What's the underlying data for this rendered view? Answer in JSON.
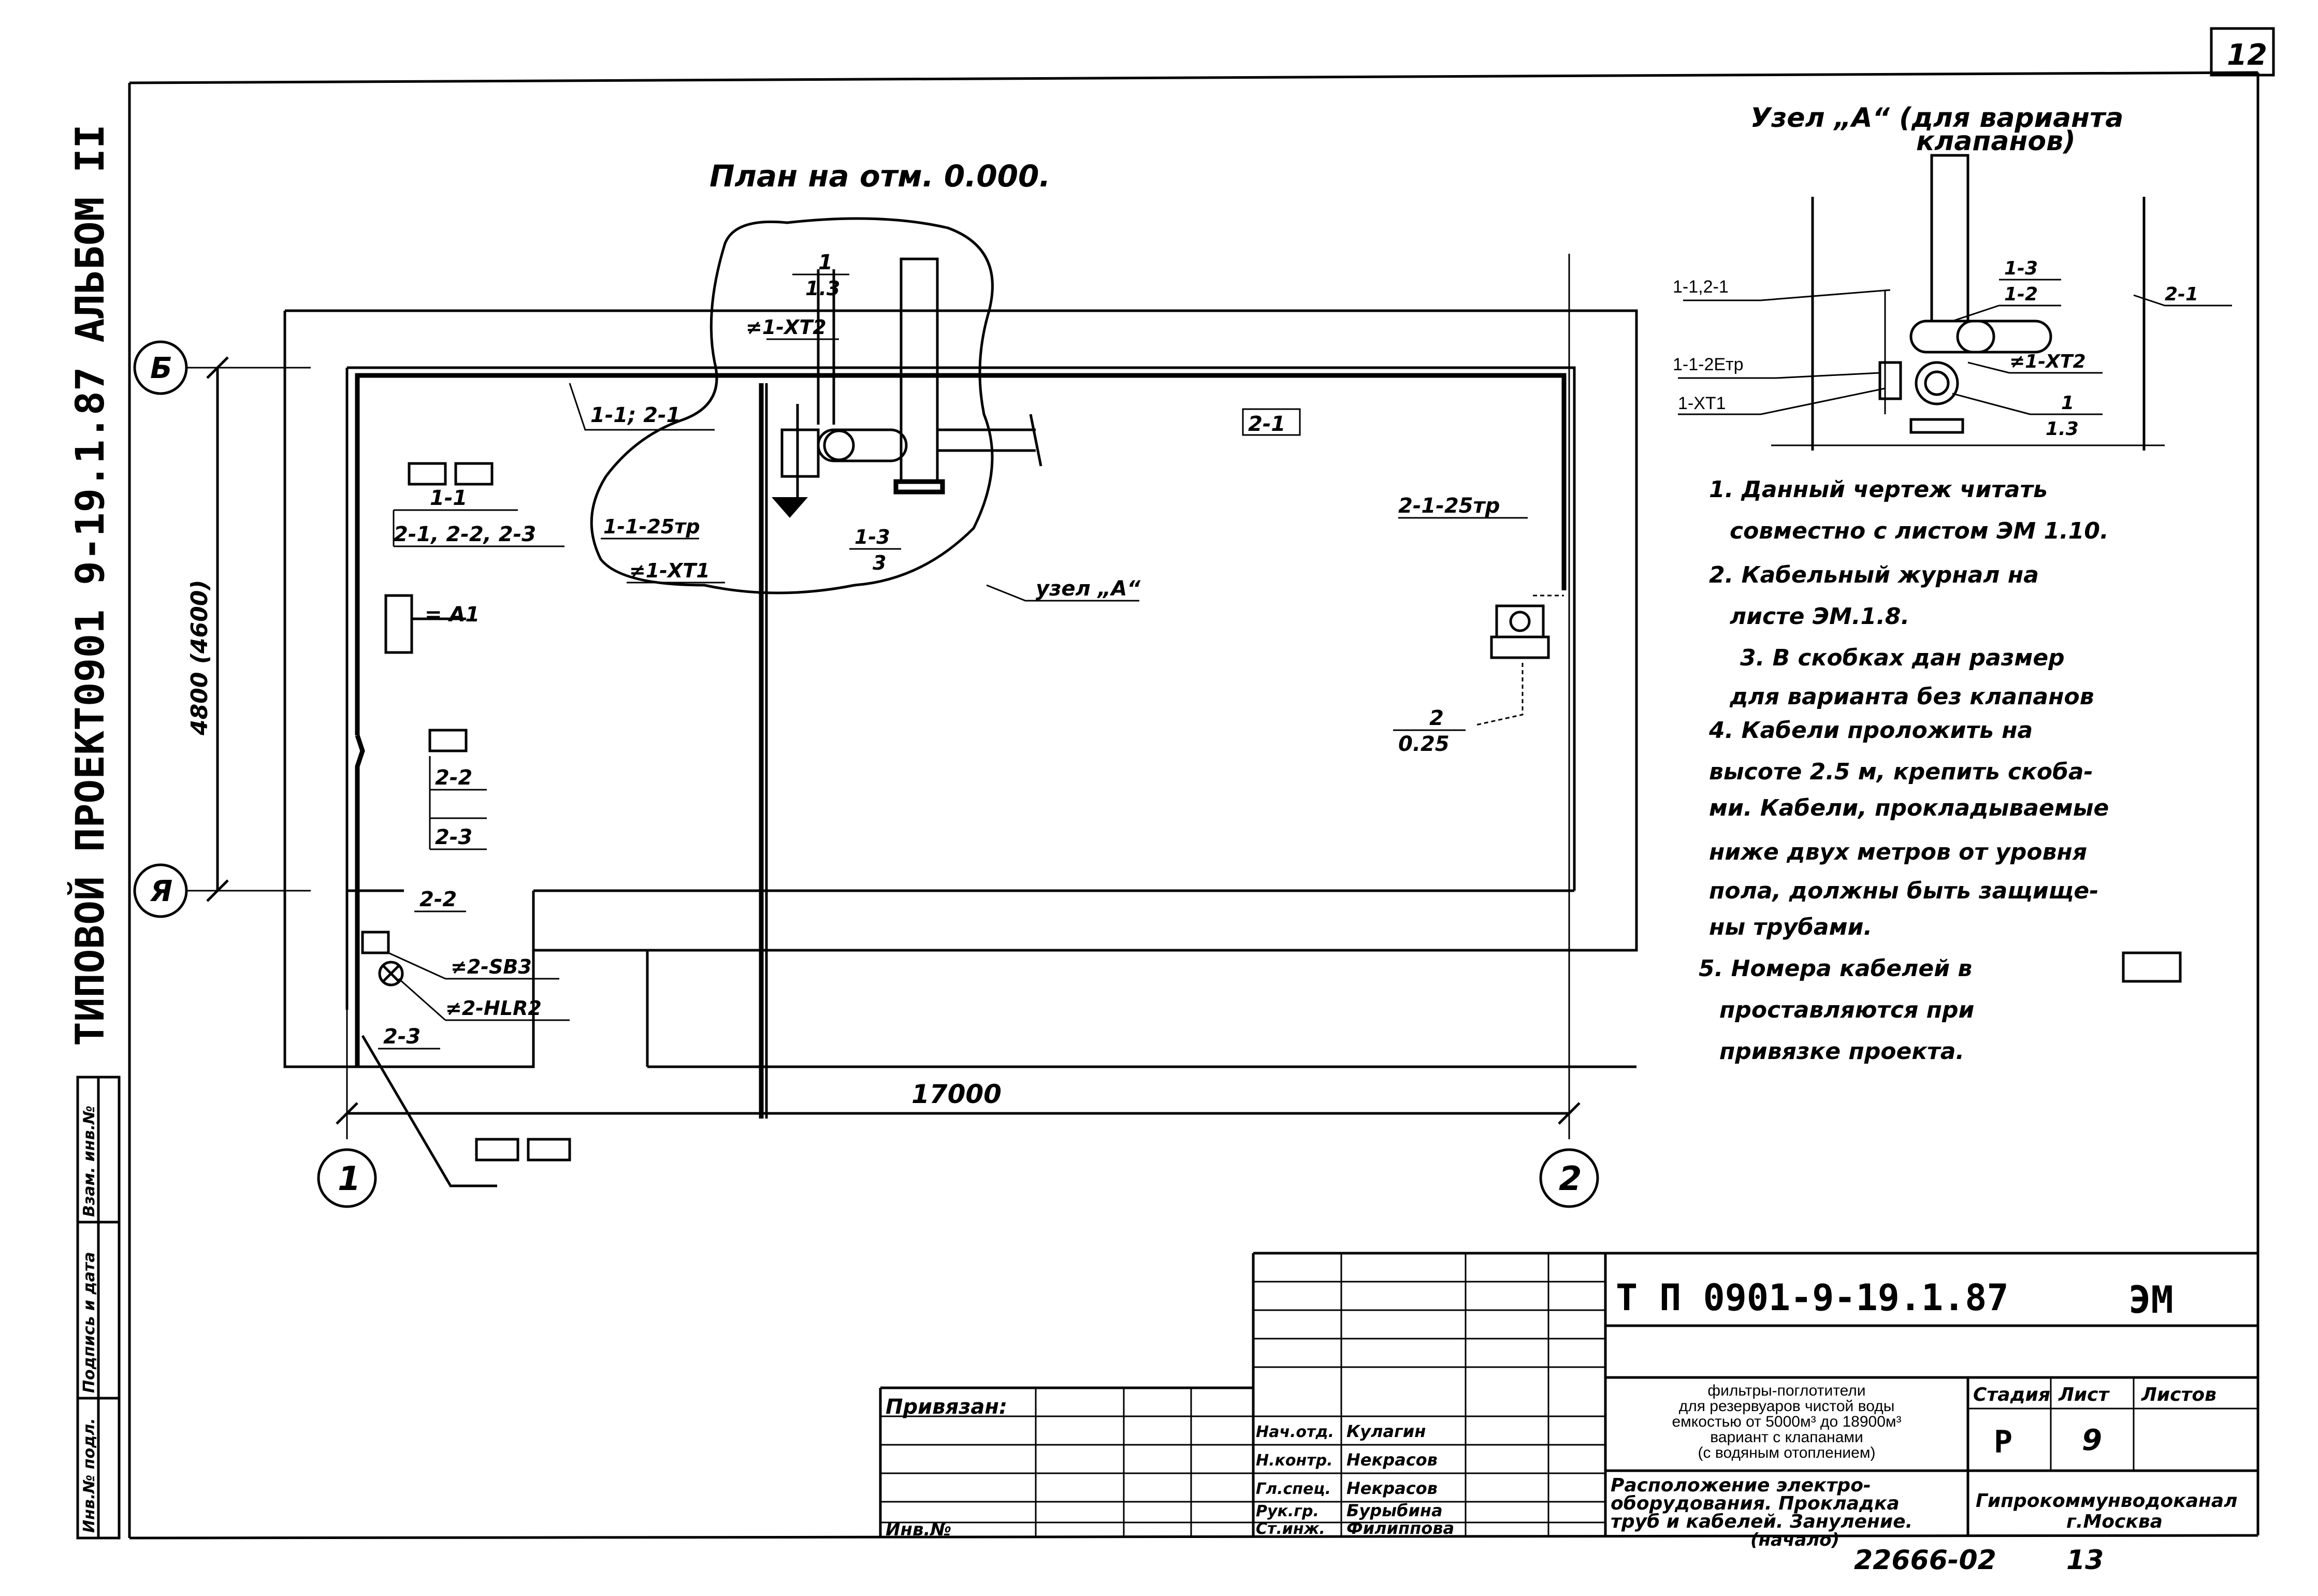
{
  "sheet_number": "12",
  "side_stamp": {
    "album_line": "ТИПОВОЙ   ПРОЕКТ0901 9-19.1.87   АЛЬБОМ II",
    "cells": [
      "Инв.№ подл.",
      "Подпись и дата",
      "Взам. инв.№"
    ]
  },
  "plan": {
    "title": "План на отм. 0.000.",
    "axis_b": "Б",
    "axis_ya": "Я",
    "axis_1": "1",
    "axis_2": "2",
    "dim_width": "17000",
    "dim_height": "4800 (4600)",
    "uzel_ref": "узел „А“",
    "labels": {
      "c_11_21": "1-1; 2-1",
      "c_21": "2-1",
      "b11": "1-1",
      "b21_22_23": "2-1, 2-2, 2-3",
      "a1": "= А1",
      "b22": "2-2",
      "b23": "2-3",
      "c22": "2-2",
      "c23": "2-3",
      "c_1_25tr": "1-1-25тр",
      "xt1": "≠1-ХТ1",
      "xt2": "≠1-ХТ2",
      "frac_top": "1",
      "frac_bot": "1.3",
      "f13_top": "1-3",
      "f13_bot": "3",
      "c_2_25tr": "2-1-25тр",
      "f_2_top": "2",
      "f_2_bot": "0.25",
      "sb3": "≠2-SB3",
      "hl2": "≠2-HLR2"
    }
  },
  "node_a": {
    "title_l1": "Узел „А“ (для варианта",
    "title_l2": "клапанов)",
    "l_11_21": "1-1,2-1",
    "l_112": "1-1-2Етр",
    "l_xt1": "1-ХТ1",
    "l_13": "1-3",
    "l_12": "1-2",
    "l_21": "2-1",
    "l_xt2": "≠1-ХТ2",
    "l_frac_top": "1",
    "l_frac_bot": "1.3"
  },
  "notes": [
    "1. Данный чертеж читать",
    "совместно с листом ЭМ 1.10.",
    "2. Кабельный журнал на",
    "листе ЭМ.1.8.",
    "3. В скобках дан размер",
    "для варианта без клапанов",
    "4. Кабели проложить на",
    "высоте 2.5 м, крепить скоба-",
    "ми. Кабели, прокладываемые",
    "ниже двух метров от уровня",
    "пола, должны быть защище-",
    "ны трубами.",
    "5. Номера кабелей в",
    "проставляются при",
    "привязке проекта."
  ],
  "title_block": {
    "code": "Т П 0901-9-19.1.87",
    "mark": "ЭМ",
    "privyazan": "Привязан:",
    "inv": "Инв.№",
    "desc_lines": [
      "фильтры-поглотители",
      "для резервуаров чистой воды",
      "емкостью от 5000м³ до 18900м³",
      "вариант с клапанами",
      "(с водяным отоплением)"
    ],
    "sheet_title_lines": [
      "Расположение электро-",
      "оборудования. Прокладка",
      "труб и кабелей. Зануление.",
      "(начало)"
    ],
    "stage_label": "Стадия",
    "sheet_label": "Лист",
    "sheets_label": "Листов",
    "stage": "Р",
    "sheet": "9",
    "sheets": "",
    "org_lines": [
      "Гипрокоммунводоканал",
      "г.Москва"
    ],
    "roles": [
      "Нач.отд.",
      "Н.контр.",
      "Гл.спец.",
      "Рук.гр.",
      "Ст.инж."
    ],
    "names": [
      "Кулагин",
      "Некрасов",
      "Некрасов",
      "Бурыбина",
      "Филиппова"
    ],
    "archive": "22666-02",
    "archive_sheet": "13"
  }
}
